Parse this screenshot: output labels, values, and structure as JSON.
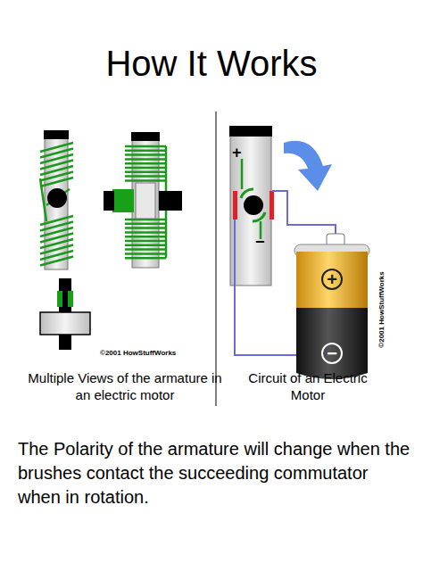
{
  "diagram": {
    "title": "How It Works",
    "caption": "The Polarity of the armature will change when the brushes contact the succeeding commutator when in rotation.",
    "labels": [
      "Multiple Views of the armature in an electric motor",
      "Circuit of an Electric Motor",
      "©2001 HowStuffWorks",
      "©2001 HowStuffWorks",
      "+",
      "−",
      "+",
      "−"
    ]
  }
}
